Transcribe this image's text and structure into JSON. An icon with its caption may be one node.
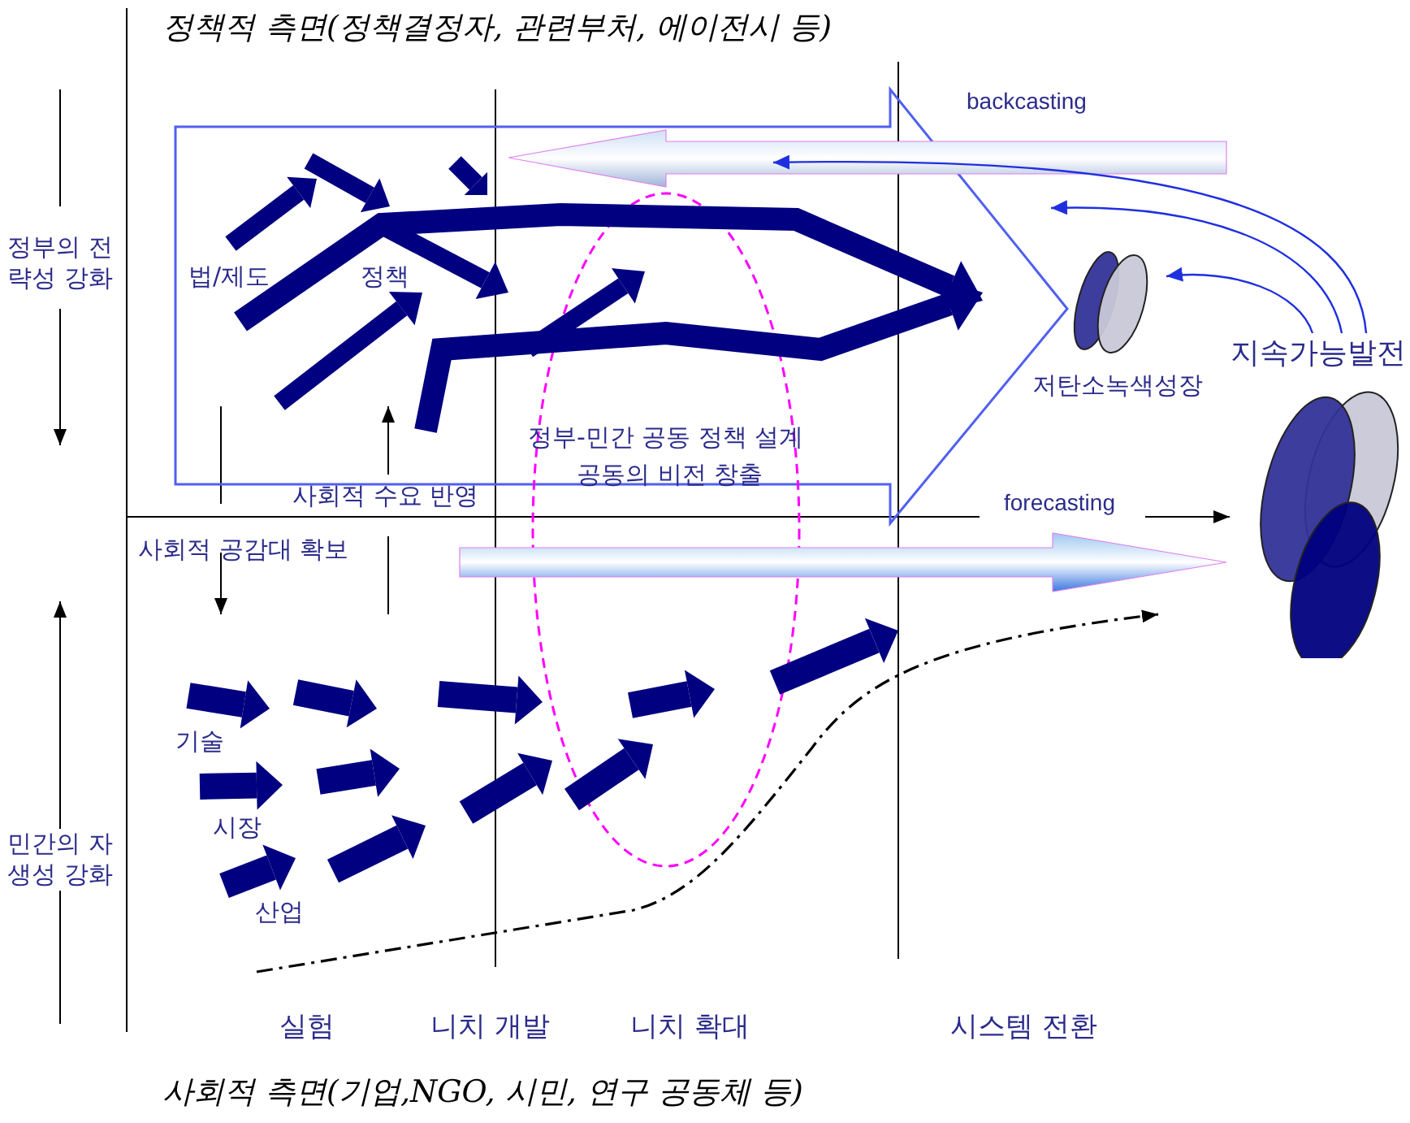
{
  "diagram": {
    "title": "정책적 측면(정책결정자, 관련부처, 에이전시 등)",
    "caption": "사회적 측면(기업,NGO, 시민, 연구 공동체 등)",
    "nodes": [
      {
        "text": [
          "저탄소녹색성장"
        ]
      },
      {
        "text": [
          "지속가능발전"
        ]
      }
    ],
    "edges": [
      {
        "from": 1,
        "to": 0,
        "arrow": "to"
      },
      {
        "from": 1,
        "to": null,
        "arrow": "to"
      },
      {
        "from": 1,
        "to": null,
        "arrow": "to"
      },
      {
        "from": null,
        "to": 1,
        "arrow": "to",
        "style": "thick"
      }
    ],
    "labels": [
      "backcasting",
      "정부의 전략성 강화",
      "법/제도",
      "정책",
      "정부-민간 공동 정책 설계",
      "공동의 비전 창출",
      "사회적 수요 반영",
      "forecasting",
      "사회적 공감대 확보",
      "기술",
      "시장",
      "민간의 자생성 강화",
      "산업",
      "실험",
      "니치 개발",
      "니치 확대",
      "시스템 전환"
    ]
  }
}
